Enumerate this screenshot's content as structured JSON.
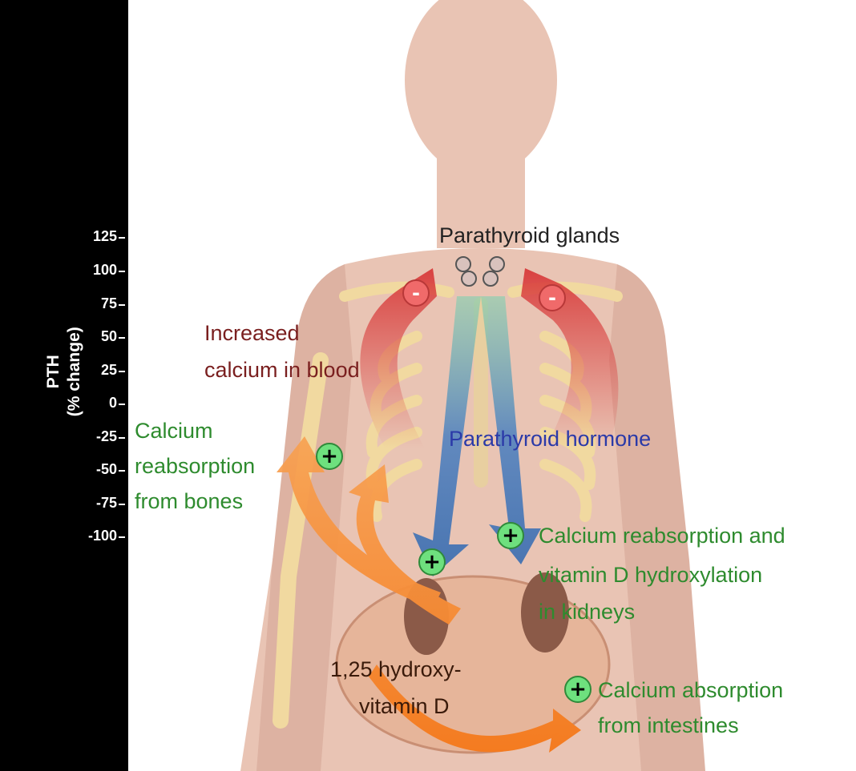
{
  "axis": {
    "title_line1": "PTH",
    "title_line2": "(% change)",
    "ticks": [
      "125",
      "100",
      "75",
      "50",
      "25",
      "0",
      "-25",
      "-50",
      "-75",
      "-100"
    ]
  },
  "labels": {
    "parathyroid_glands": "Parathyroid glands",
    "increased_calcium_line1": "Increased",
    "increased_calcium_line2": "calcium in blood",
    "parathyroid_hormone": "Parathyroid hormone",
    "calcium_bones_line1": "Calcium",
    "calcium_bones_line2": "reabsorption",
    "calcium_bones_line3": "from bones",
    "kidneys_line1": "Calcium reabsorption and",
    "kidneys_line2": "vitamin D hydroxylation",
    "kidneys_line3": "in kidneys",
    "vitd_line1": "1,25 hydroxy-",
    "vitd_line2": "vitamin D",
    "intestines_line1": "Calcium absorption",
    "intestines_line2": "from intestines"
  },
  "signs": {
    "plus": "+",
    "minus": "-"
  },
  "colors": {
    "black_panel": "#000000",
    "skin": "#e9c4b4",
    "label_green": "#2e8b2e",
    "label_dark_red": "#7a1f1f",
    "label_blue": "#2b3aa8",
    "arrow_red": "#d84040",
    "arrow_blue": "#4a7fc0",
    "arrow_orange": "#f47b20",
    "plus_green": "#6ee07e",
    "minus_red": "#f06a6a"
  }
}
